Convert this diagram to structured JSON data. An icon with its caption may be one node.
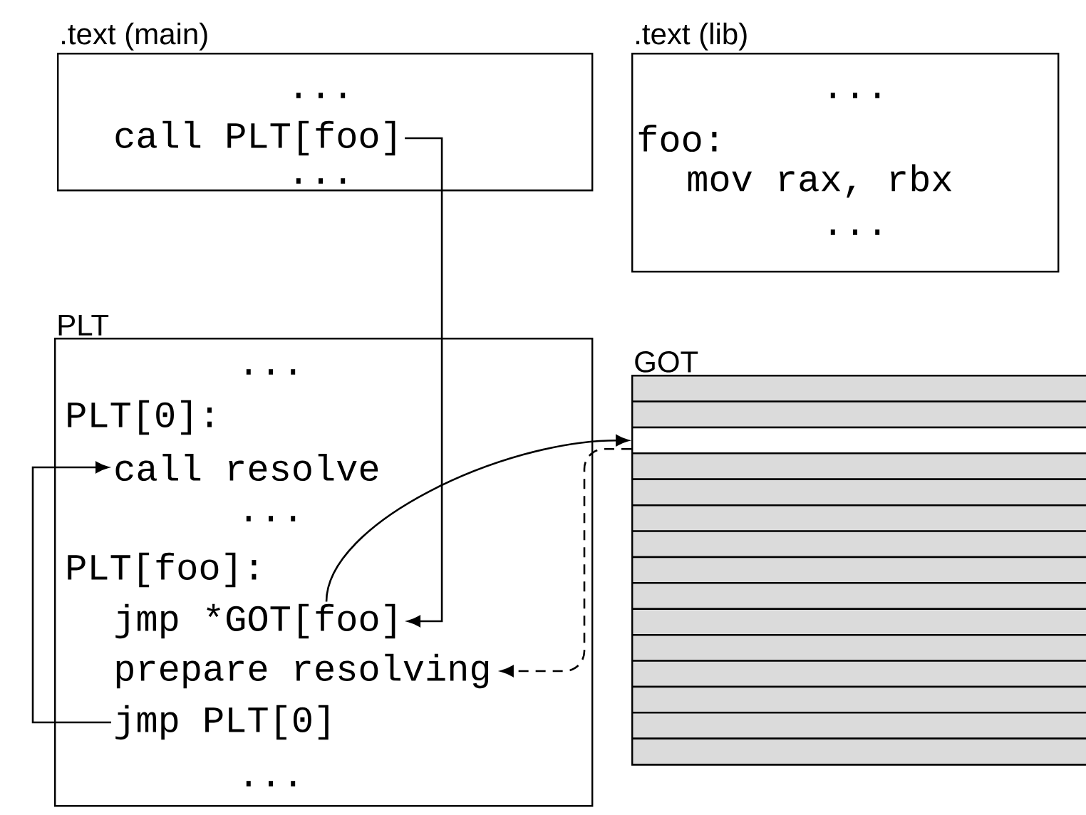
{
  "diagram": {
    "nodes": [
      {
        "text": [
          ".text (main)"
        ]
      },
      {
        "text": [
          "..."
        ],
        "in": 0
      },
      {
        "text": [
          "call PLT[foo]"
        ],
        "in": 0
      },
      {
        "text": [
          "..."
        ],
        "in": 0
      },
      {
        "text": [
          ".text (lib)"
        ]
      },
      {
        "text": [
          "..."
        ],
        "in": 4
      },
      {
        "text": [
          "foo:"
        ],
        "in": 4
      },
      {
        "text": [
          "mov rax, rbx"
        ],
        "in": 4
      },
      {
        "text": [
          "..."
        ],
        "in": 4
      },
      {
        "text": [
          "PLT"
        ]
      },
      {
        "text": [
          "..."
        ],
        "in": 9
      },
      {
        "text": [
          "PLT[0]:"
        ],
        "in": 9
      },
      {
        "text": [
          "call resolve"
        ],
        "in": 9
      },
      {
        "text": [
          "..."
        ],
        "in": 9
      },
      {
        "text": [
          "PLT[foo]:"
        ],
        "in": 9
      },
      {
        "text": [
          "jmp *GOT[foo]"
        ],
        "in": 9
      },
      {
        "text": [
          "prepare resolving"
        ],
        "in": 9
      },
      {
        "text": [
          "jmp PLT[0]"
        ],
        "in": 9
      },
      {
        "text": [
          "..."
        ],
        "in": 9
      },
      {
        "text": [
          "GOT"
        ]
      },
      {
        "text": [],
        "shape": "bar",
        "in": 19
      },
      {
        "text": [],
        "shape": "bar",
        "in": 19
      },
      {
        "text": [],
        "shape": "bar",
        "in": 19
      },
      {
        "text": [],
        "shape": "bar",
        "in": 19
      },
      {
        "text": [],
        "shape": "bar",
        "in": 19
      },
      {
        "text": [],
        "shape": "bar",
        "in": 19
      },
      {
        "text": [],
        "shape": "bar",
        "in": 19
      },
      {
        "text": [],
        "shape": "bar",
        "in": 19
      },
      {
        "text": [],
        "shape": "bar",
        "in": 19
      },
      {
        "text": [],
        "shape": "bar",
        "in": 19
      },
      {
        "text": [],
        "shape": "bar",
        "in": 19
      },
      {
        "text": [],
        "shape": "bar",
        "in": 19
      },
      {
        "text": [],
        "shape": "bar",
        "in": 19
      },
      {
        "text": [],
        "shape": "bar",
        "in": 19
      },
      {
        "text": [],
        "shape": "bar",
        "in": 19
      }
    ],
    "edges": [
      {
        "from": 2,
        "to": 15,
        "arrow": "to"
      },
      {
        "from": 15,
        "to": 22,
        "arrow": "to"
      },
      {
        "from": 22,
        "to": 16,
        "arrow": "to",
        "style": "dashed"
      },
      {
        "from": 17,
        "to": 12,
        "arrow": "to"
      }
    ]
  }
}
